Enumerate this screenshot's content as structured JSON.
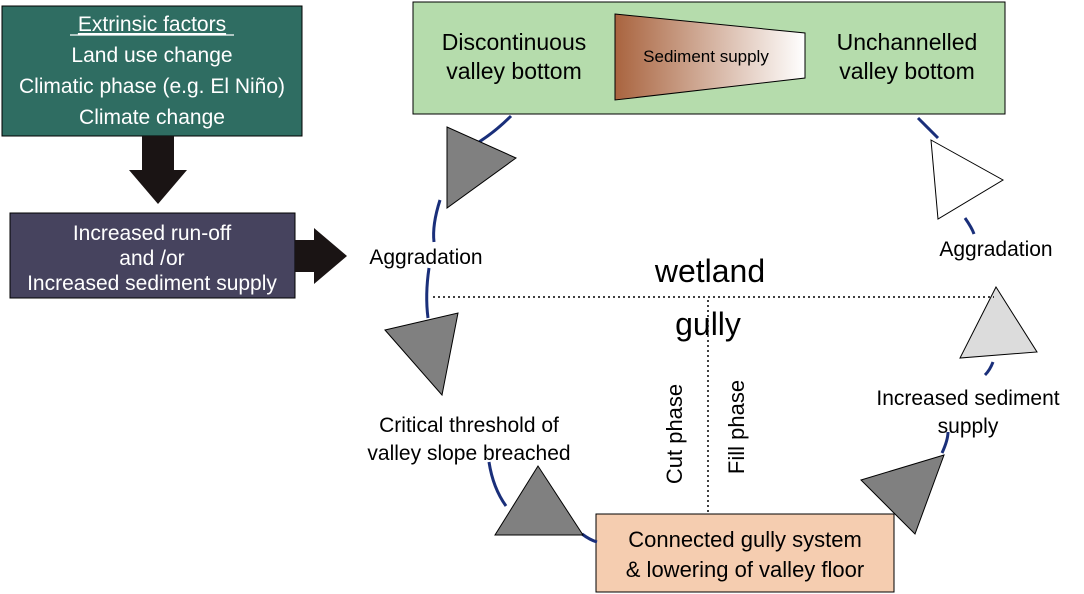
{
  "extrinsic": {
    "heading": "Extrinsic factors",
    "items": [
      "Land use change",
      "Climatic phase (e.g. El Niño)",
      "Climate change"
    ]
  },
  "runoff": {
    "lines": [
      "Increased run-off",
      "and /or",
      "Increased sediment supply"
    ]
  },
  "top_box": {
    "left_lines": [
      "Discontinuous",
      "valley bottom"
    ],
    "right_lines": [
      "Unchannelled",
      "valley bottom"
    ],
    "sediment_label": "Sediment supply"
  },
  "gully_box": {
    "lines": [
      "Connected gully system",
      "& lowering of valley floor"
    ]
  },
  "labels": {
    "aggradation_left": "Aggradation",
    "aggradation_right": "Aggradation",
    "wetland": "wetland",
    "gully": "gully",
    "cut_phase": "Cut phase",
    "fill_phase": "Fill phase",
    "threshold_lines": [
      "Critical threshold of",
      "valley slope breached"
    ],
    "sediment_lines": [
      "Increased sediment",
      "supply"
    ]
  },
  "colors": {
    "extrinsic_fill": "#2f6d62",
    "runoff_fill": "#46435e",
    "top_box_fill": "#b5dcac",
    "gully_box_fill": "#f5cdb0",
    "cycle_line": "#1a2f7a",
    "triangle_dark": "#808080",
    "triangle_light": "#dcdcdc",
    "triangle_white": "#ffffff",
    "arrow_fill": "#1a1414",
    "sediment_dark": "#a9643f",
    "sediment_light": "#ffffff"
  }
}
